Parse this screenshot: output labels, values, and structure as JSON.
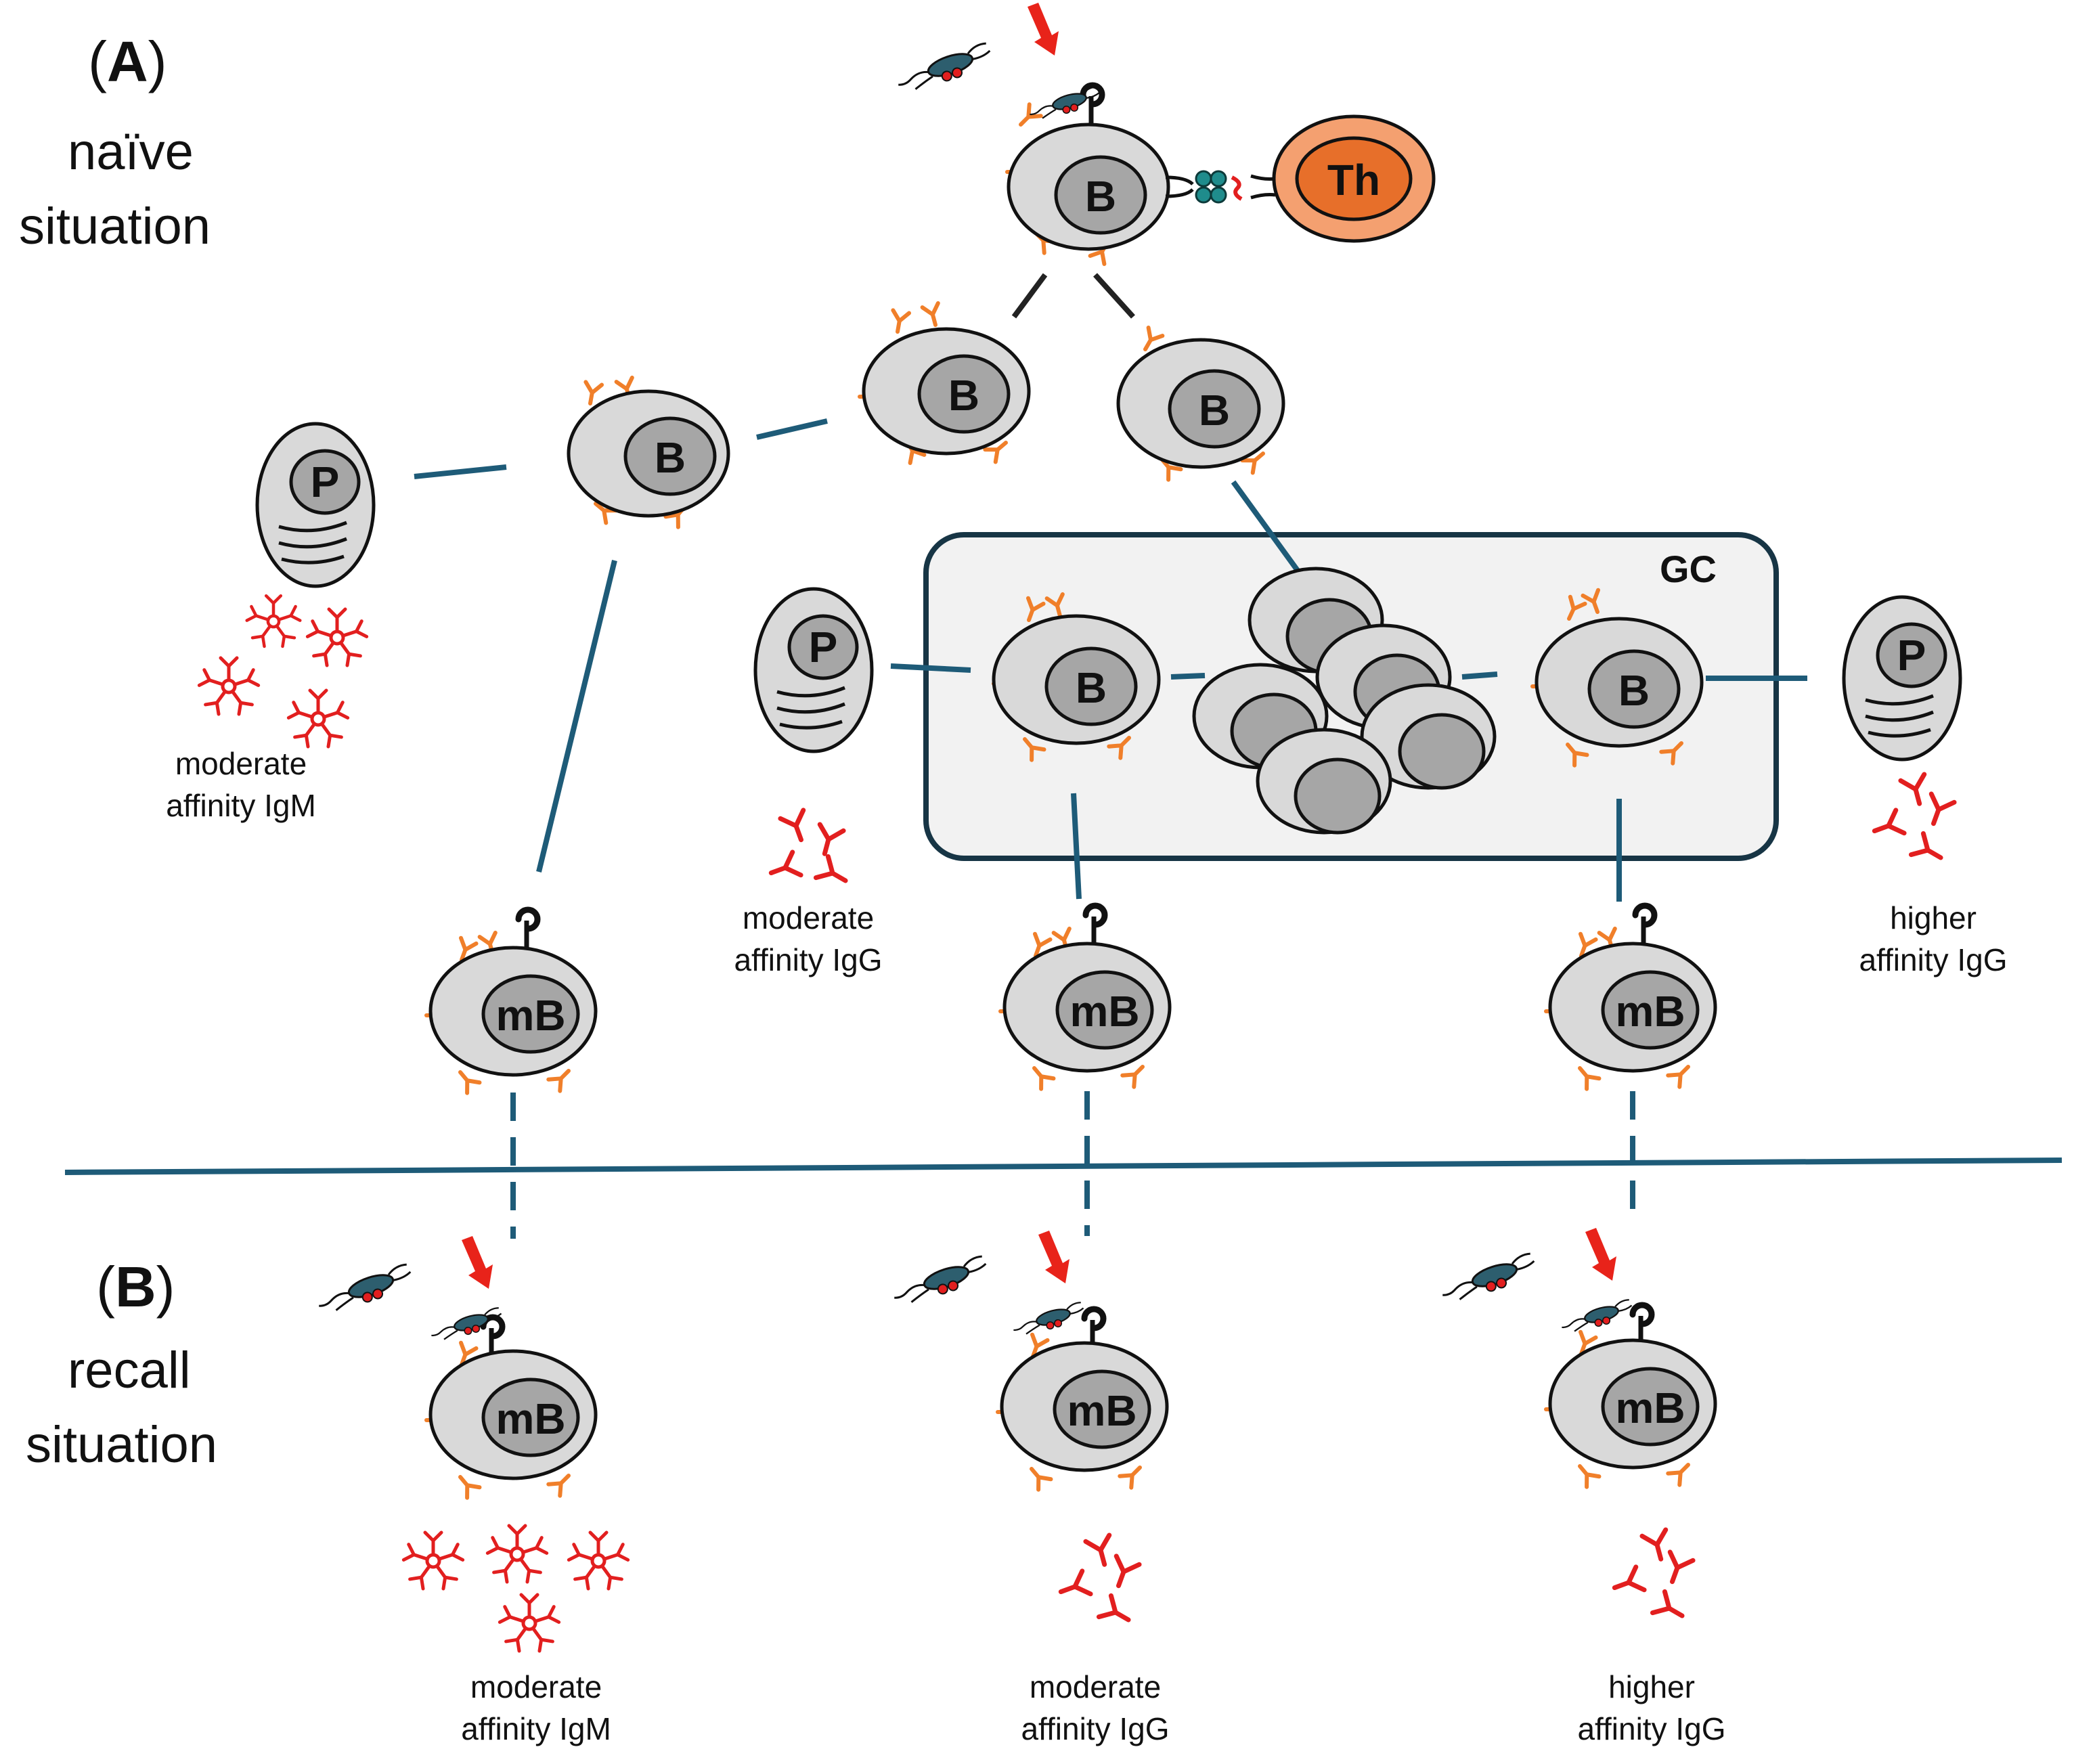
{
  "panels": {
    "a": {
      "letter": "A",
      "line1": "naïve",
      "line2": "situation"
    },
    "b": {
      "letter": "B",
      "line1": "recall",
      "line2": "situation"
    }
  },
  "germinal_center": {
    "label": "GC"
  },
  "cells": {
    "b_cell": "B",
    "memory_b_cell": "mB",
    "plasma_cell": "P",
    "t_helper": "Th"
  },
  "antibodies": {
    "naive_igm": {
      "line1": "moderate",
      "line2": "affinity IgM"
    },
    "naive_igg_moderate": {
      "line1": "moderate",
      "line2": "affinity IgG"
    },
    "naive_igg_higher": {
      "line1": "higher",
      "line2": "affinity IgG"
    },
    "recall_igm": {
      "line1": "moderate",
      "line2": "affinity IgM"
    },
    "recall_igg_moderate": {
      "line1": "moderate",
      "line2": "affinity IgG"
    },
    "recall_igg_higher": {
      "line1": "higher",
      "line2": "affinity IgG"
    }
  },
  "colors": {
    "connector": "#1e5b78",
    "connector_dark": "#222222",
    "receptor": "#f07f2a",
    "antibody": "#e21f1f",
    "arrow": "#e8231a",
    "cell_fill": "#d9d9d9",
    "nucleus_fill": "#a6a6a6",
    "th_fill": "#f4a070",
    "th_nucleus": "#e76f2a",
    "gc_fill": "#f2f2f2",
    "gc_border": "#173545",
    "antigen": "#2d5e6e"
  }
}
